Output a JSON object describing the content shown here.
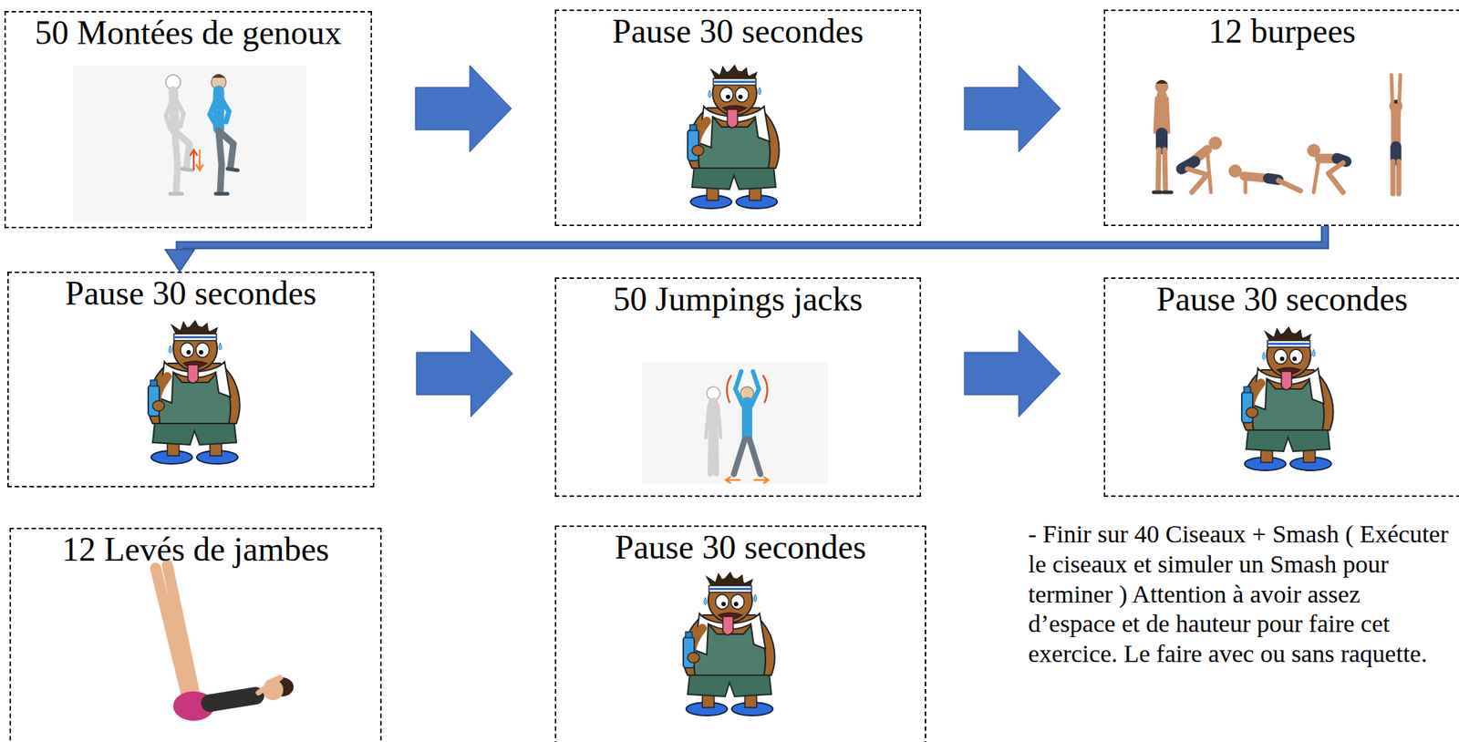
{
  "diagram": {
    "nodes": [
      {
        "text": [
          "50 Montées de genoux"
        ]
      },
      {
        "text": [
          "Pause 30 secondes"
        ]
      },
      {
        "text": [
          "12 burpees"
        ]
      },
      {
        "text": [
          "Pause 30 secondes"
        ]
      },
      {
        "text": [
          "50 Jumpings jacks"
        ]
      },
      {
        "text": [
          "Pause 30 secondes"
        ]
      },
      {
        "text": [
          "12 Levés de jambes"
        ]
      },
      {
        "text": [
          "Pause 30 secondes"
        ]
      }
    ],
    "edges": [
      {
        "from": 0,
        "to": 1,
        "arrow": "to"
      },
      {
        "from": 1,
        "to": 2,
        "arrow": "to"
      },
      {
        "from": 2,
        "to": 3,
        "arrow": "to"
      },
      {
        "from": 3,
        "to": 4,
        "arrow": "to"
      },
      {
        "from": 4,
        "to": 5,
        "arrow": "to"
      }
    ],
    "labels": [
      "- Finir sur 40 Ciseaux + Smash ( Exécuter le ciseaux et simuler un Smash pour terminer ) Attention à avoir assez d’espace et de hauteur pour faire cet exercice. Le faire avec ou sans raquette."
    ]
  }
}
